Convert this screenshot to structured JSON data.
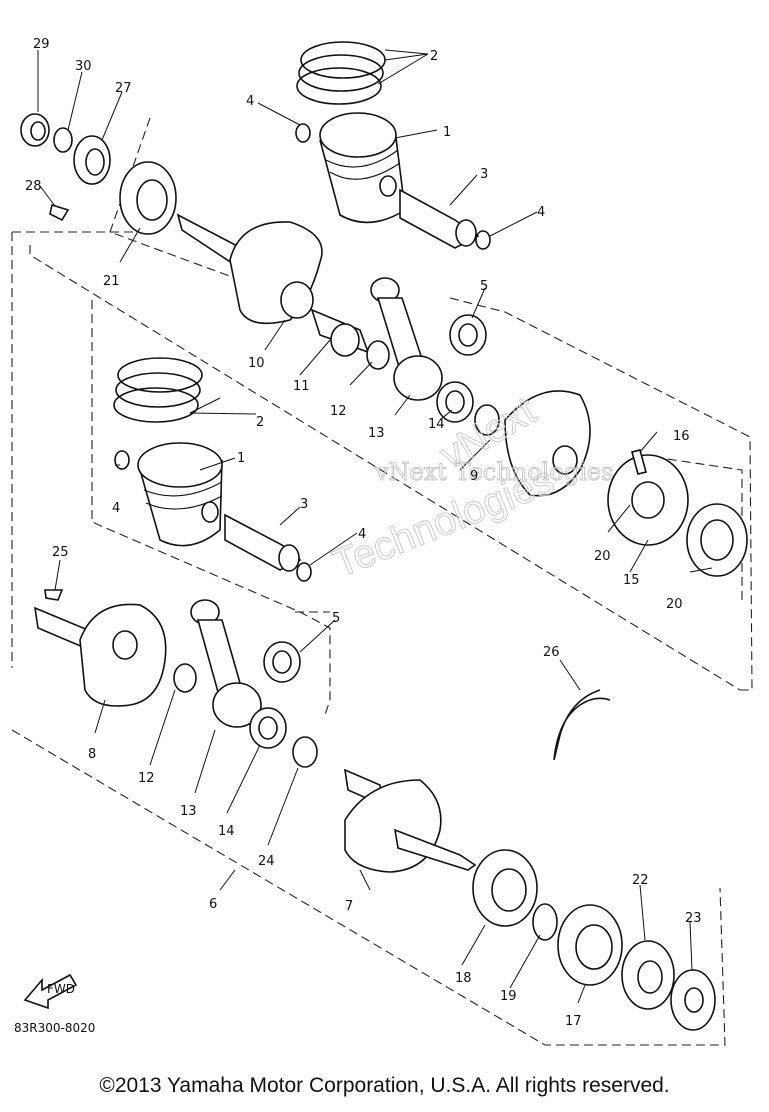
{
  "diagram": {
    "part_code": "83R300-8020",
    "fwd_label": "FWD",
    "watermark_line1": "vNext Technologies",
    "watermark_line2": "Technologies",
    "watermark_diag": "vNext",
    "callouts": [
      {
        "id": "c29",
        "text": "29"
      },
      {
        "id": "c30",
        "text": "30"
      },
      {
        "id": "c27",
        "text": "27"
      },
      {
        "id": "c28",
        "text": "28"
      },
      {
        "id": "c21",
        "text": "21"
      },
      {
        "id": "c2a",
        "text": "2"
      },
      {
        "id": "c4a",
        "text": "4"
      },
      {
        "id": "c1a",
        "text": "1"
      },
      {
        "id": "c3a",
        "text": "3"
      },
      {
        "id": "c4b",
        "text": "4"
      },
      {
        "id": "c5a",
        "text": "5"
      },
      {
        "id": "c10",
        "text": "10"
      },
      {
        "id": "c11",
        "text": "11"
      },
      {
        "id": "c12a",
        "text": "12"
      },
      {
        "id": "c13a",
        "text": "13"
      },
      {
        "id": "c14a",
        "text": "14"
      },
      {
        "id": "c9",
        "text": "9"
      },
      {
        "id": "c16",
        "text": "16"
      },
      {
        "id": "c2b",
        "text": "2"
      },
      {
        "id": "c1b",
        "text": "1"
      },
      {
        "id": "c4c",
        "text": "4"
      },
      {
        "id": "c3b",
        "text": "3"
      },
      {
        "id": "c4d",
        "text": "4"
      },
      {
        "id": "c20a",
        "text": "20"
      },
      {
        "id": "c15",
        "text": "15"
      },
      {
        "id": "c20b",
        "text": "20"
      },
      {
        "id": "c25",
        "text": "25"
      },
      {
        "id": "c5b",
        "text": "5"
      },
      {
        "id": "c26",
        "text": "26"
      },
      {
        "id": "c8",
        "text": "8"
      },
      {
        "id": "c12b",
        "text": "12"
      },
      {
        "id": "c13b",
        "text": "13"
      },
      {
        "id": "c14b",
        "text": "14"
      },
      {
        "id": "c24",
        "text": "24"
      },
      {
        "id": "c6",
        "text": "6"
      },
      {
        "id": "c7",
        "text": "7"
      },
      {
        "id": "c22",
        "text": "22"
      },
      {
        "id": "c23",
        "text": "23"
      },
      {
        "id": "c18",
        "text": "18"
      },
      {
        "id": "c19",
        "text": "19"
      },
      {
        "id": "c17",
        "text": "17"
      }
    ]
  },
  "footer": {
    "copyright": "©2013 Yamaha Motor Corporation, U.S.A. All rights reserved."
  }
}
